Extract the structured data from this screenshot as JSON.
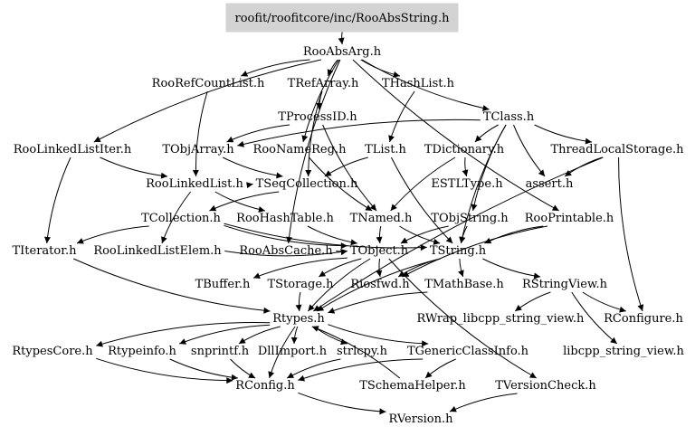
{
  "graph": {
    "root": "roofit/roofitcore/inc/RooAbsString.h",
    "colors": {
      "root_fill": "#d3d3d3",
      "edge": "#000000",
      "text": "#000000",
      "background": "#ffffff"
    },
    "nodes": {
      "root": "roofit/roofitcore/inc/RooAbsString.h",
      "RooAbsArg": "RooAbsArg.h",
      "RooRefCountList": "RooRefCountList.h",
      "TRefArray": "TRefArray.h",
      "THashList": "THashList.h",
      "TProcessID": "TProcessID.h",
      "TClass": "TClass.h",
      "RooLinkedListIter": "RooLinkedListIter.h",
      "TObjArray": "TObjArray.h",
      "RooNameReg": "RooNameReg.h",
      "TList": "TList.h",
      "TDictionary": "TDictionary.h",
      "ThreadLocalStorage": "ThreadLocalStorage.h",
      "RooLinkedList": "RooLinkedList.h",
      "TSeqCollection": "TSeqCollection.h",
      "ESTLType": "ESTLType.h",
      "assert": "assert.h",
      "TCollection": "TCollection.h",
      "RooHashTable": "RooHashTable.h",
      "TNamed": "TNamed.h",
      "TObjString": "TObjString.h",
      "RooPrintable": "RooPrintable.h",
      "TIterator": "TIterator.h",
      "RooLinkedListElem": "RooLinkedListElem.h",
      "RooAbsCache": "RooAbsCache.h",
      "TObject": "TObject.h",
      "TString": "TString.h",
      "TBuffer": "TBuffer.h",
      "TStorage": "TStorage.h",
      "Riosfwd": "Riosfwd.h",
      "TMathBase": "TMathBase.h",
      "RStringView": "RStringView.h",
      "Rtypes": "Rtypes.h",
      "RWrap": "RWrap_libcpp_string_view.h",
      "RConfigure": "RConfigure.h",
      "RtypesCore": "RtypesCore.h",
      "Rtypeinfo": "Rtypeinfo.h",
      "snprintf": "snprintf.h",
      "DllImport": "DllImport.h",
      "strlcpy": "strlcpy.h",
      "TGenericClassInfo": "TGenericClassInfo.h",
      "libcpp": "libcpp_string_view.h",
      "RConfig": "RConfig.h",
      "TSchemaHelper": "TSchemaHelper.h",
      "TVersionCheck": "TVersionCheck.h",
      "RVersion": "RVersion.h"
    },
    "edges": [
      [
        "root",
        "RooAbsArg"
      ],
      [
        "RooAbsArg",
        "RooRefCountList"
      ],
      [
        "RooAbsArg",
        "TRefArray"
      ],
      [
        "RooAbsArg",
        "THashList"
      ],
      [
        "RooAbsArg",
        "TClass"
      ],
      [
        "RooAbsArg",
        "RooLinkedListIter"
      ],
      [
        "RooAbsArg",
        "RooNameReg"
      ],
      [
        "RooAbsArg",
        "RooPrintable"
      ],
      [
        "RooAbsArg",
        "RooAbsCache"
      ],
      [
        "RooRefCountList",
        "RooLinkedList"
      ],
      [
        "TRefArray",
        "TProcessID"
      ],
      [
        "TRefArray",
        "TSeqCollection"
      ],
      [
        "TProcessID",
        "TObjArray"
      ],
      [
        "TProcessID",
        "TNamed"
      ],
      [
        "THashList",
        "TList"
      ],
      [
        "TClass",
        "TDictionary"
      ],
      [
        "TClass",
        "ThreadLocalStorage"
      ],
      [
        "TClass",
        "TObjString"
      ],
      [
        "TClass",
        "TObjArray"
      ],
      [
        "TClass",
        "assert"
      ],
      [
        "TClass",
        "TString"
      ],
      [
        "RooLinkedListIter",
        "RooLinkedList"
      ],
      [
        "RooLinkedListIter",
        "TIterator"
      ],
      [
        "TObjArray",
        "TSeqCollection"
      ],
      [
        "RooNameReg",
        "TNamed"
      ],
      [
        "TList",
        "TSeqCollection"
      ],
      [
        "TList",
        "TString"
      ],
      [
        "TDictionary",
        "ESTLType"
      ],
      [
        "TDictionary",
        "TNamed"
      ],
      [
        "ThreadLocalStorage",
        "assert"
      ],
      [
        "ThreadLocalStorage",
        "RConfigure"
      ],
      [
        "ThreadLocalStorage",
        "Rtypes"
      ],
      [
        "RooLinkedList",
        "TSeqCollection"
      ],
      [
        "RooLinkedList",
        "RooHashTable"
      ],
      [
        "RooLinkedList",
        "RooLinkedListElem"
      ],
      [
        "TSeqCollection",
        "TCollection"
      ],
      [
        "TCollection",
        "TObject"
      ],
      [
        "TCollection",
        "TIterator"
      ],
      [
        "TCollection",
        "TString"
      ],
      [
        "RooHashTable",
        "TObject"
      ],
      [
        "TNamed",
        "TObject"
      ],
      [
        "TNamed",
        "TString"
      ],
      [
        "TObjString",
        "TObject"
      ],
      [
        "TObjString",
        "TString"
      ],
      [
        "RooPrintable",
        "TString"
      ],
      [
        "RooPrintable",
        "Riosfwd"
      ],
      [
        "TIterator",
        "Rtypes"
      ],
      [
        "RooLinkedListElem",
        "TObject"
      ],
      [
        "RooAbsCache",
        "TObject"
      ],
      [
        "TObject",
        "TBuffer"
      ],
      [
        "TObject",
        "TStorage"
      ],
      [
        "TObject",
        "Riosfwd"
      ],
      [
        "TObject",
        "Rtypes"
      ],
      [
        "TObject",
        "TVersionCheck"
      ],
      [
        "TString",
        "TMathBase"
      ],
      [
        "TString",
        "RStringView"
      ],
      [
        "TString",
        "Riosfwd"
      ],
      [
        "TString",
        "Rtypes"
      ],
      [
        "TStorage",
        "Rtypes"
      ],
      [
        "TMathBase",
        "Rtypes"
      ],
      [
        "RStringView",
        "RWrap"
      ],
      [
        "RStringView",
        "RConfigure"
      ],
      [
        "RStringView",
        "libcpp"
      ],
      [
        "Rtypes",
        "RtypesCore"
      ],
      [
        "Rtypes",
        "Rtypeinfo"
      ],
      [
        "Rtypes",
        "snprintf"
      ],
      [
        "Rtypes",
        "DllImport"
      ],
      [
        "Rtypes",
        "strlcpy"
      ],
      [
        "Rtypes",
        "TGenericClassInfo"
      ],
      [
        "Rtypes",
        "RConfig"
      ],
      [
        "RtypesCore",
        "RConfig"
      ],
      [
        "Rtypeinfo",
        "RConfig"
      ],
      [
        "snprintf",
        "RConfig"
      ],
      [
        "strlcpy",
        "RConfig"
      ],
      [
        "TGenericClassInfo",
        "TSchemaHelper"
      ],
      [
        "TGenericClassInfo",
        "RConfig"
      ],
      [
        "TSchemaHelper",
        "Rtypes"
      ],
      [
        "TVersionCheck",
        "RVersion"
      ],
      [
        "RConfig",
        "RVersion"
      ]
    ]
  }
}
